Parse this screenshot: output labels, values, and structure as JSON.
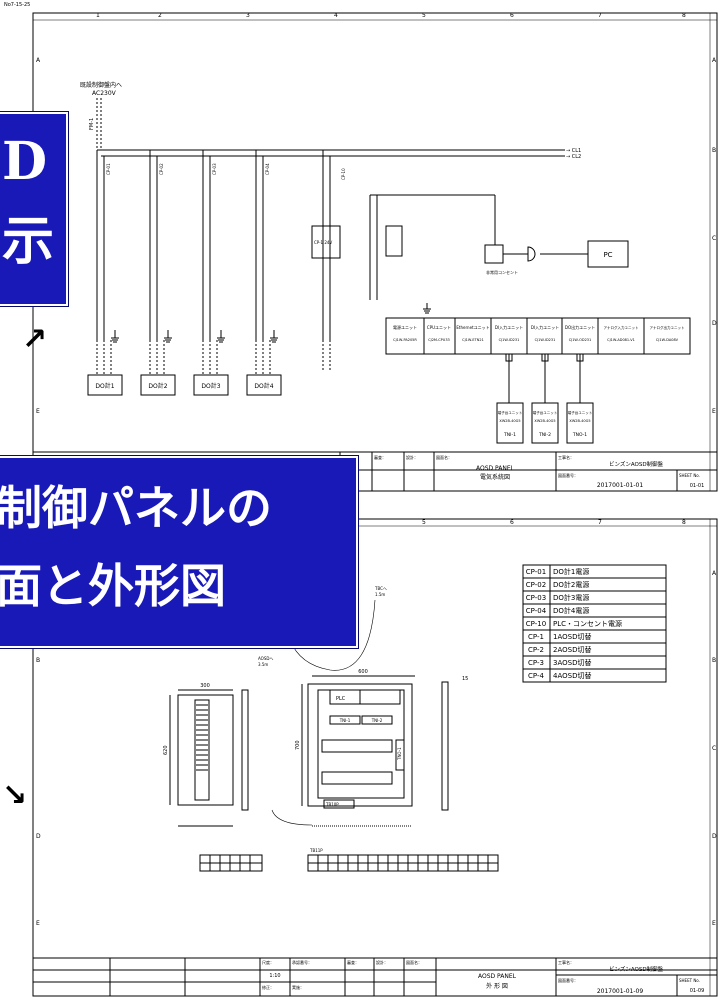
{
  "sheet1": {
    "id_text": "No7-15-25",
    "columns": [
      "1",
      "2",
      "3",
      "4",
      "5",
      "6",
      "7",
      "8"
    ],
    "rows": [
      "A",
      "B",
      "C",
      "D",
      "E"
    ],
    "power_source": "既設制御盤内へ",
    "voltage": "AC230V",
    "main_breaker": "FM-1",
    "breakers": [
      "CP-01",
      "CP-02",
      "CP-03",
      "CP-04",
      "CP-10"
    ],
    "bus_tags": [
      "→ CL1",
      "→ CL2"
    ],
    "power_unit": "CP-1 24V",
    "outlet_label": "非常用コンセント",
    "pc_label": "PC",
    "plc_modules": [
      {
        "name": "電源ユニット",
        "model": "CJ1W-PA205R"
      },
      {
        "name": "CPUユニット",
        "model": "CJ2M-CPU33"
      },
      {
        "name": "Ethernetユニット",
        "model": "CJ1W-ETN21"
      },
      {
        "name": "DI入力ユニット",
        "model": "CJ1W-ID231"
      },
      {
        "name": "DI入力ユニット",
        "model": "CJ1W-ID231"
      },
      {
        "name": "DO出力ユニット",
        "model": "CJ1W-OD231"
      },
      {
        "name": "アナログ入力ユニット",
        "model": "CJ1W-AD081-V1"
      },
      {
        "name": "アナログ出力ユニット",
        "model": "CJ1W-DA08V"
      }
    ],
    "do_boxes": [
      "DO計1",
      "DO計2",
      "DO計3",
      "DO計4"
    ],
    "terminals": [
      {
        "label": "端子台ユニット",
        "model": "XW2B-40G5",
        "tag": "TNI-1"
      },
      {
        "label": "端子台ユニット",
        "model": "XW2B-40G5",
        "tag": "TNI-2"
      },
      {
        "label": "端子台ユニット",
        "model": "XW2B-40G5",
        "tag": "TNO-1"
      }
    ],
    "title_block": {
      "drawing_name_label": "図面名：",
      "drawing_name": "AOSD PANEL",
      "drawing_subtitle": "電気系統図",
      "project_label": "工事名：",
      "project": "ビンズンAOSD制御盤",
      "drawing_no_label": "図面番号：",
      "drawing_no": "2017001-01-01",
      "sheet_label": "SHEET No.",
      "sheet_no": "01-01",
      "check_label": "審査：",
      "design_label": "設計："
    }
  },
  "sheet2": {
    "columns": [
      "5",
      "6",
      "7",
      "8"
    ],
    "rows": [
      "A",
      "B",
      "C",
      "D",
      "E"
    ],
    "legend": [
      {
        "code": "CP-01",
        "desc": "DO計1電源"
      },
      {
        "code": "CP-02",
        "desc": "DO計2電源"
      },
      {
        "code": "CP-03",
        "desc": "DO計3電源"
      },
      {
        "code": "CP-04",
        "desc": "DO計4電源"
      },
      {
        "code": "CP-10",
        "desc": "PLC・コンセント電源"
      },
      {
        "code": "CP-1",
        "desc": "1AOSD切替"
      },
      {
        "code": "CP-2",
        "desc": "2AOSD切替"
      },
      {
        "code": "CP-3",
        "desc": "3AOSD切替"
      },
      {
        "code": "CP-4",
        "desc": "4AOSD切替"
      }
    ],
    "dims": {
      "w_side": "300",
      "w_front": "600",
      "h": "620",
      "h2": "700",
      "gap": "15"
    },
    "labels": {
      "plc": "PLC",
      "tni1": "TNI-1",
      "tni2": "TNI-2",
      "tno": "TNO-1",
      "tb": "TB10P",
      "tb2": "TB11P",
      "cable_note": "TBCへ",
      "cable_len": "1.5m",
      "aosd_note": "AOSDへ",
      "aosd_len": "3.5m"
    },
    "title_block": {
      "scale_label": "尺度：",
      "scale": "1:10",
      "approval_label": "承認番号：",
      "check_label": "審査：",
      "design_label": "設計：",
      "drawing_name_label": "図面名：",
      "drawing_name": "AOSD PANEL",
      "drawing_subtitle": "外 形 図",
      "project_label": "工事名：",
      "project": "ビンズンAOSD制御盤",
      "drawing_no_label": "図面番号：",
      "drawing_no": "2017001-01-09",
      "sheet_label": "SHEET No.",
      "sheet_no": "01-09",
      "fix_label": "修正：",
      "record_label": "実施："
    }
  },
  "overlays": {
    "banner1_line1": "D",
    "banner1_line2": "示",
    "banner2_line1": "制御パネルの",
    "banner2_line2": "面と外形図",
    "banner_color": "#1919b8"
  }
}
